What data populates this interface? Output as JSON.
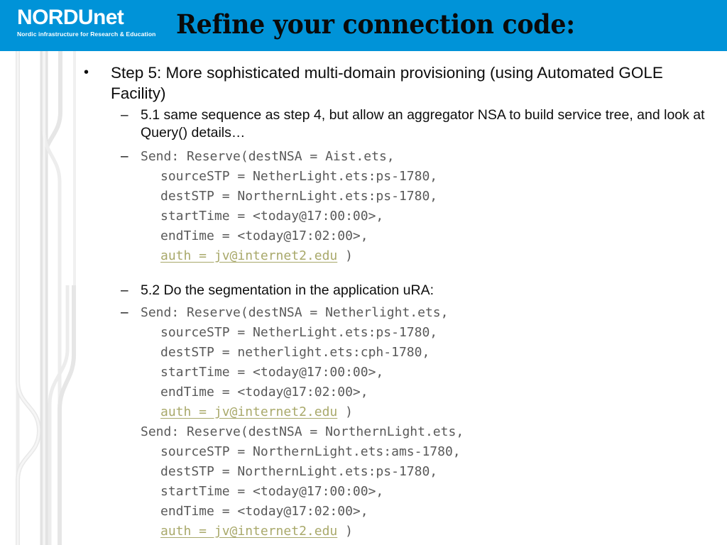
{
  "header": {
    "band_color": "#0093d8",
    "logo": {
      "name_bold": "NORDU",
      "name_light": "net",
      "tagline": "Nordic infrastructure for Research & Education"
    },
    "title": "Refine your connection code:"
  },
  "body": {
    "step_bullet": {
      "marker": "•",
      "text": "Step 5:  More sophisticated multi-domain provisioning (using Automated GOLE Facility)"
    },
    "sub_bullet_51": {
      "marker": "–",
      "text": "5.1 same sequence as step 4, but allow an aggregator NSA to build service tree, and look at Query() details…"
    },
    "sub_bullet_52": {
      "marker": "–",
      "text": "5.2 Do the segmentation in the application uRA:"
    },
    "code_block_1": {
      "marker": "–",
      "lines": [
        {
          "text": "Send: Reserve(destNSA = Aist.ets,",
          "style": "head"
        },
        {
          "text": "sourceSTP = NetherLight.ets:ps-1780,",
          "style": "cont"
        },
        {
          "text": "destSTP = NorthernLight.ets:ps-1780,",
          "style": "cont"
        },
        {
          "text": "startTime = <today@17:00:00>,",
          "style": "cont"
        },
        {
          "text": "endTime = <today@17:02:00>,",
          "style": "cont"
        },
        {
          "text": "auth = jv@internet2.edu",
          "tail": " )",
          "style": "link"
        }
      ]
    },
    "code_block_2": {
      "marker": "–",
      "lines": [
        {
          "text": "Send: Reserve(destNSA = Netherlight.ets,",
          "style": "head"
        },
        {
          "text": "sourceSTP = NetherLight.ets:ps-1780,",
          "style": "cont"
        },
        {
          "text": "destSTP = netherlight.ets:cph-1780,",
          "style": "cont"
        },
        {
          "text": "startTime = <today@17:00:00>,",
          "style": "cont"
        },
        {
          "text": "endTime = <today@17:02:00>,",
          "style": "cont"
        },
        {
          "text": "auth = jv@internet2.edu",
          "tail": " )",
          "style": "link"
        }
      ]
    },
    "code_block_3": {
      "marker": "",
      "lines": [
        {
          "text": "Send: Reserve(destNSA = NorthernLight.ets,",
          "style": "nodash"
        },
        {
          "text": "sourceSTP = NorthernLight.ets:ams-1780,",
          "style": "cont"
        },
        {
          "text": "destSTP = NorthernLight.ets:ps-1780,",
          "style": "cont"
        },
        {
          "text": "startTime = <today@17:00:00>,",
          "style": "cont"
        },
        {
          "text": "endTime = <today@17:02:00>,",
          "style": "cont"
        },
        {
          "text": "auth = jv@internet2.edu",
          "tail": " )",
          "style": "link"
        }
      ]
    }
  },
  "colors": {
    "brand_blue": "#0093d8",
    "code_gray": "#595959",
    "link_olive": "#a9a96b",
    "ribbon_gray": "#e4e4e4",
    "text_black": "#0d0d0d"
  }
}
